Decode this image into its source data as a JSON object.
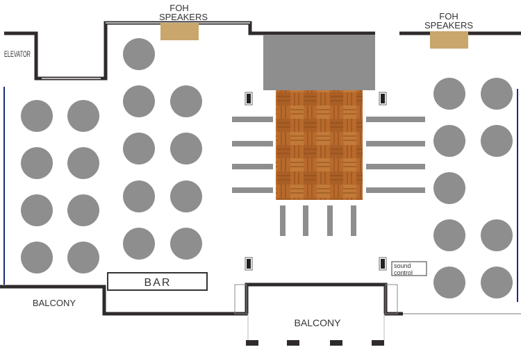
{
  "labels": {
    "elevator": "ELEVATOR",
    "foh_left": [
      "FOH",
      "SPEAKERS"
    ],
    "foh_right": [
      "FOH",
      "SPEAKERS"
    ],
    "bar": "BAR",
    "balcony_left": "BALCONY",
    "balcony_center": "BALCONY",
    "sound_control": [
      "sound",
      "control"
    ]
  },
  "colors": {
    "table": "#8e8e8e",
    "stage": "#8e8e8e",
    "dance_floor": "#b86a2c",
    "speaker": "#c9a66b",
    "wall": "#2f2a2b",
    "side_line": "#1a2a7a"
  }
}
